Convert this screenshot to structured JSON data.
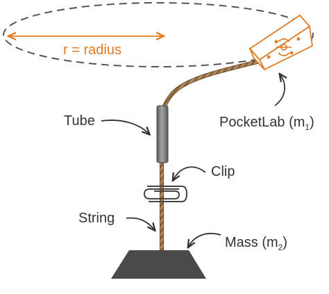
{
  "colors": {
    "accent": "#e07b24",
    "dash": "#555555",
    "rope": "#a07a4a",
    "tube": "#777777",
    "mass": "#4a4a4a",
    "label": "#333333"
  },
  "labels": {
    "radius": "r = radius",
    "tube": "Tube",
    "clip": "Clip",
    "string": "String",
    "pocketlab_main": "PocketLab (m",
    "pocketlab_sub": "1",
    "pocketlab_end": ")",
    "mass_main": "Mass (m",
    "mass_sub": "2",
    "mass_end": ")"
  },
  "icons": {
    "sensor_logo": "pocketlab-logo-icon",
    "arrows": "curved-arrow-icon"
  }
}
